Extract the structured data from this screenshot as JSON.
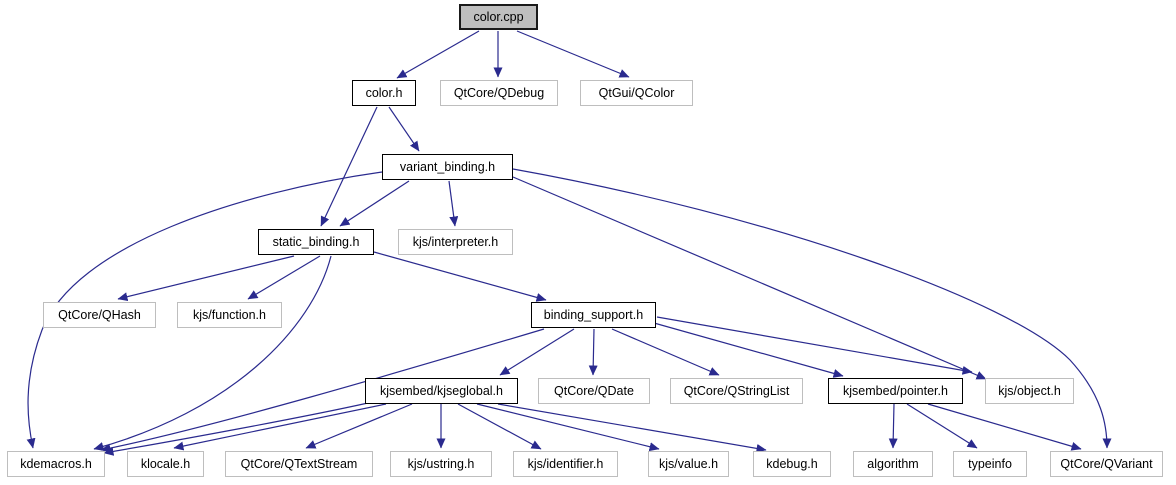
{
  "diagram": {
    "kind": "include-dependency-graph",
    "root": "color.cpp",
    "nodes": [
      {
        "id": "color.cpp",
        "label": "color.cpp",
        "type": "source"
      },
      {
        "id": "color.h",
        "label": "color.h",
        "type": "internal"
      },
      {
        "id": "QtCore/QDebug",
        "label": "QtCore/QDebug",
        "type": "external"
      },
      {
        "id": "QtGui/QColor",
        "label": "QtGui/QColor",
        "type": "external"
      },
      {
        "id": "variant_binding.h",
        "label": "variant_binding.h",
        "type": "internal"
      },
      {
        "id": "static_binding.h",
        "label": "static_binding.h",
        "type": "internal"
      },
      {
        "id": "kjs/interpreter.h",
        "label": "kjs/interpreter.h",
        "type": "external"
      },
      {
        "id": "QtCore/QHash",
        "label": "QtCore/QHash",
        "type": "external"
      },
      {
        "id": "kjs/function.h",
        "label": "kjs/function.h",
        "type": "external"
      },
      {
        "id": "binding_support.h",
        "label": "binding_support.h",
        "type": "internal"
      },
      {
        "id": "kjsembed/kjseglobal.h",
        "label": "kjsembed/kjseglobal.h",
        "type": "internal"
      },
      {
        "id": "QtCore/QDate",
        "label": "QtCore/QDate",
        "type": "external"
      },
      {
        "id": "QtCore/QStringList",
        "label": "QtCore/QStringList",
        "type": "external"
      },
      {
        "id": "kjsembed/pointer.h",
        "label": "kjsembed/pointer.h",
        "type": "internal"
      },
      {
        "id": "kjs/object.h",
        "label": "kjs/object.h",
        "type": "external"
      },
      {
        "id": "kdemacros.h",
        "label": "kdemacros.h",
        "type": "external"
      },
      {
        "id": "klocale.h",
        "label": "klocale.h",
        "type": "external"
      },
      {
        "id": "QtCore/QTextStream",
        "label": "QtCore/QTextStream",
        "type": "external"
      },
      {
        "id": "kjs/ustring.h",
        "label": "kjs/ustring.h",
        "type": "external"
      },
      {
        "id": "kjs/identifier.h",
        "label": "kjs/identifier.h",
        "type": "external"
      },
      {
        "id": "kjs/value.h",
        "label": "kjs/value.h",
        "type": "external"
      },
      {
        "id": "kdebug.h",
        "label": "kdebug.h",
        "type": "external"
      },
      {
        "id": "algorithm",
        "label": "algorithm",
        "type": "external"
      },
      {
        "id": "typeinfo",
        "label": "typeinfo",
        "type": "external"
      },
      {
        "id": "QtCore/QVariant",
        "label": "QtCore/QVariant",
        "type": "external"
      }
    ],
    "edges": [
      {
        "from": "color.cpp",
        "to": "color.h"
      },
      {
        "from": "color.cpp",
        "to": "QtCore/QDebug"
      },
      {
        "from": "color.cpp",
        "to": "QtGui/QColor"
      },
      {
        "from": "color.h",
        "to": "variant_binding.h"
      },
      {
        "from": "color.h",
        "to": "static_binding.h"
      },
      {
        "from": "variant_binding.h",
        "to": "static_binding.h"
      },
      {
        "from": "variant_binding.h",
        "to": "kjs/interpreter.h"
      },
      {
        "from": "variant_binding.h",
        "to": "kdemacros.h"
      },
      {
        "from": "variant_binding.h",
        "to": "kjs/object.h"
      },
      {
        "from": "variant_binding.h",
        "to": "QtCore/QVariant"
      },
      {
        "from": "static_binding.h",
        "to": "QtCore/QHash"
      },
      {
        "from": "static_binding.h",
        "to": "kjs/function.h"
      },
      {
        "from": "static_binding.h",
        "to": "binding_support.h"
      },
      {
        "from": "static_binding.h",
        "to": "kdemacros.h"
      },
      {
        "from": "binding_support.h",
        "to": "kjsembed/kjseglobal.h"
      },
      {
        "from": "binding_support.h",
        "to": "QtCore/QDate"
      },
      {
        "from": "binding_support.h",
        "to": "QtCore/QStringList"
      },
      {
        "from": "binding_support.h",
        "to": "kjsembed/pointer.h"
      },
      {
        "from": "binding_support.h",
        "to": "kjs/object.h"
      },
      {
        "from": "binding_support.h",
        "to": "kdemacros.h"
      },
      {
        "from": "kjsembed/kjseglobal.h",
        "to": "kdemacros.h"
      },
      {
        "from": "kjsembed/kjseglobal.h",
        "to": "klocale.h"
      },
      {
        "from": "kjsembed/kjseglobal.h",
        "to": "QtCore/QTextStream"
      },
      {
        "from": "kjsembed/kjseglobal.h",
        "to": "kjs/ustring.h"
      },
      {
        "from": "kjsembed/kjseglobal.h",
        "to": "kjs/identifier.h"
      },
      {
        "from": "kjsembed/kjseglobal.h",
        "to": "kjs/value.h"
      },
      {
        "from": "kjsembed/kjseglobal.h",
        "to": "kdebug.h"
      },
      {
        "from": "kjsembed/pointer.h",
        "to": "algorithm"
      },
      {
        "from": "kjsembed/pointer.h",
        "to": "typeinfo"
      },
      {
        "from": "kjsembed/pointer.h",
        "to": "QtCore/QVariant"
      }
    ]
  },
  "colors": {
    "edge": "#2a2a8e",
    "background": "#ffffff",
    "node_fill": "#ffffff",
    "root_fill": "#bfbfbf",
    "internal_border": "#000000",
    "external_border": "#bebebe",
    "text": "#000000"
  }
}
